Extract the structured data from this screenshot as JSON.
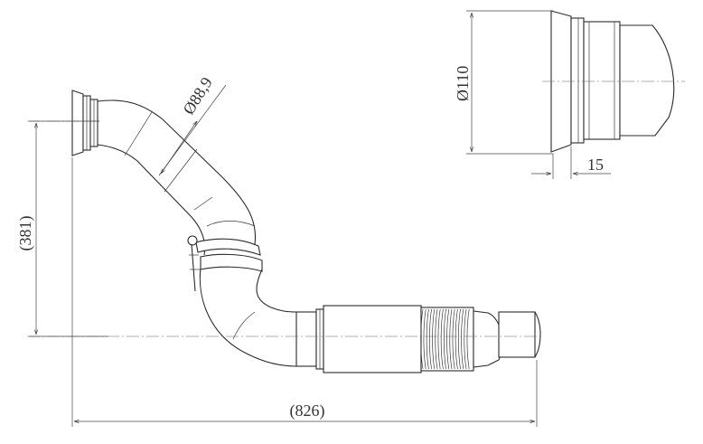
{
  "drawing": {
    "dimensions": {
      "pipe_diameter": "Ø88,9",
      "flange_diameter": "Ø110",
      "flange_depth": "15",
      "height": "(381)",
      "length": "(826)"
    }
  },
  "colors": {
    "line": "#2a2a2a",
    "background": "#ffffff"
  }
}
